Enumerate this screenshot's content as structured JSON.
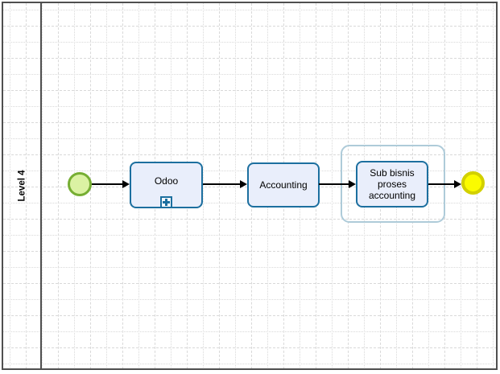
{
  "lane": {
    "title": "Level 4"
  },
  "nodes": {
    "task_odoo": {
      "label": "Odoo"
    },
    "task_accounting": {
      "label": "Accounting"
    },
    "subprocess_task": {
      "label": "Sub bisnis proses accounting",
      "lines": [
        "Sub bisnis",
        "proses",
        "accounting"
      ]
    }
  },
  "icons": {
    "subprocess_marker": "plus-icon"
  },
  "colors": {
    "pool_border": "#4f4f4f",
    "grid_line": "#d9d9d9",
    "task_border": "#1c6f9f",
    "task_fill": "#e9eefb",
    "container_border": "#aecbd9",
    "start_border": "#76ae33",
    "start_fill": "#dbf2a3",
    "end_border": "#d2d000",
    "end_fill": "#fbfb00"
  }
}
